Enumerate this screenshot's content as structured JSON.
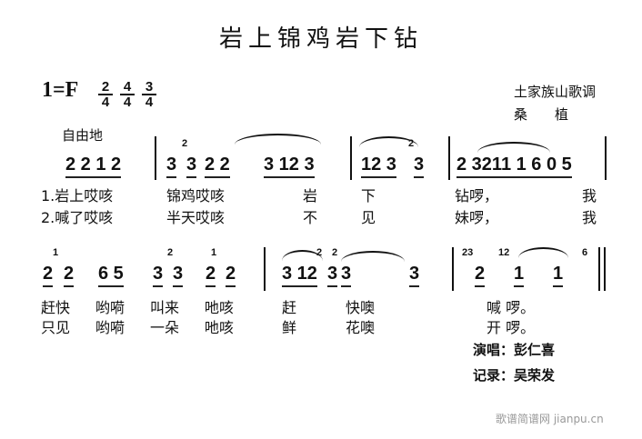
{
  "title": "岩上锦鸡岩下钻",
  "key": "1=F",
  "time_signatures": [
    {
      "num": "2",
      "den": "4"
    },
    {
      "num": "4",
      "den": "4"
    },
    {
      "num": "3",
      "den": "4"
    }
  ],
  "genre": "土家族山歌调",
  "region": "桑　　植",
  "tempo": "自由地",
  "line1": {
    "notes": [
      "2 2 1 2",
      "3",
      "3",
      "2 2",
      "3 12 3",
      "12 3",
      "3",
      "2 3211 1 6 0 5"
    ],
    "graces": [
      "2",
      "2"
    ],
    "verse1": [
      "1.岩上哎咳",
      "锦鸡哎咳",
      "岩",
      "下",
      "钻啰，",
      "我"
    ],
    "verse2": [
      "2.喊了哎咳",
      "半天哎咳",
      "不",
      "见",
      "妹啰，",
      "我"
    ]
  },
  "line2": {
    "notes": [
      "2",
      "2",
      "6 5",
      "3",
      "3",
      "2",
      "2",
      "3 12",
      "3",
      "3",
      "3",
      "2",
      "1",
      "1"
    ],
    "graces": [
      "1",
      "2",
      "1",
      "2",
      "2",
      "23",
      "12",
      "6"
    ],
    "verse1": [
      "赶快",
      "哟嗬",
      "叫来",
      "吔咳",
      "赶",
      "快噢",
      "喊 啰。"
    ],
    "verse2": [
      "只见",
      "哟嗬",
      "一朵",
      "吔咳",
      "鲜",
      "花噢",
      "开 啰。"
    ]
  },
  "credits": {
    "singer": "演唱：彭仁喜",
    "recorder": "记录：吴荣发"
  },
  "watermark": "歌谱简谱网 jianpu.cn"
}
